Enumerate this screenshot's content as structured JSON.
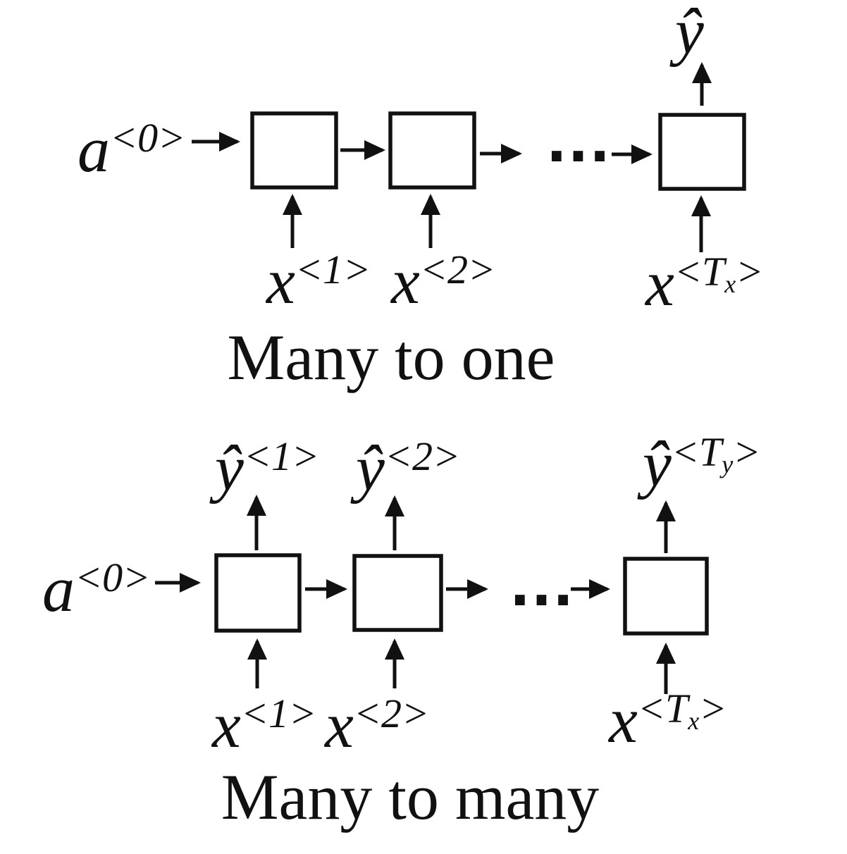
{
  "figure": {
    "type": "rnn-architecture-diagrams",
    "colors": {
      "ink": "#111111",
      "background": "#ffffff"
    }
  },
  "diagrams": [
    {
      "id": "many-to-one",
      "caption": "Many to one",
      "initial_activation": {
        "base": "a",
        "sup": "<0>"
      },
      "inputs": [
        {
          "base": "x",
          "sup": "<1>"
        },
        {
          "base": "x",
          "sup": "<2>"
        },
        {
          "base": "x",
          "sup_pre": "<T",
          "sub": "x",
          "sup_post": ">"
        }
      ],
      "outputs": [
        {
          "base": "ŷ"
        }
      ],
      "ellipsis": "···",
      "cell_count_shown": 3
    },
    {
      "id": "many-to-many",
      "caption": "Many to many",
      "initial_activation": {
        "base": "a",
        "sup": "<0>"
      },
      "inputs": [
        {
          "base": "x",
          "sup": "<1>"
        },
        {
          "base": "x",
          "sup": "<2>"
        },
        {
          "base": "x",
          "sup_pre": "<T",
          "sub": "x",
          "sup_post": ">"
        }
      ],
      "outputs": [
        {
          "base": "ŷ",
          "sup": "<1>"
        },
        {
          "base": "ŷ",
          "sup": "<2>"
        },
        {
          "base": "ŷ",
          "sup_pre": "<T",
          "sub": "y",
          "sup_post": ">"
        }
      ],
      "ellipsis": "···",
      "cell_count_shown": 3
    }
  ]
}
